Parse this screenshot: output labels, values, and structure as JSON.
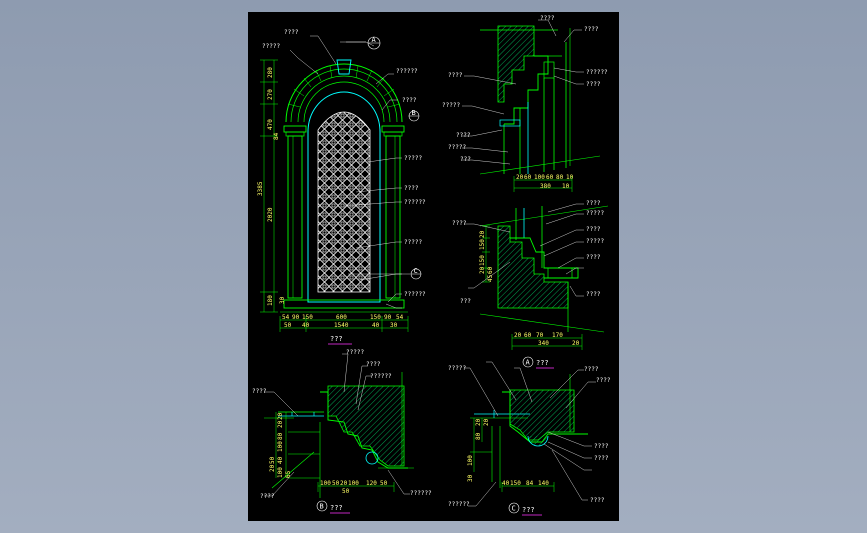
{
  "colors": {
    "background": "#8e9bb0",
    "sheet": "#000000",
    "line_main": "#00ff00",
    "line_alt": "#00ffff",
    "leader": "#ffffff",
    "dimension": "#ffff66",
    "magenta": "#ff33ff",
    "hatch": "#00cc66"
  },
  "elevation": {
    "callouts": [
      "?????",
      "????",
      "??????",
      "????",
      "?????",
      "????",
      "??????",
      "?????",
      "??????"
    ],
    "marker_a": "A",
    "marker_b": "B",
    "marker_c": "C",
    "vdims": [
      "280",
      "270",
      "470",
      "84",
      "2020",
      "3385",
      "180",
      "30"
    ],
    "hdims_top": [
      "54",
      "90",
      "150",
      "600",
      "150",
      "90",
      "54"
    ],
    "hdims_bottom": [
      "50",
      "40",
      "1540",
      "40",
      "30"
    ],
    "title": "???"
  },
  "section_a": {
    "top_callouts": [
      "????",
      "????",
      "????",
      "??????",
      "????",
      "?????",
      "????",
      "?????",
      "???",
      "????"
    ],
    "top_dims_1": [
      "20",
      "60",
      "100",
      "60",
      "80",
      "10"
    ],
    "top_dims_2": [
      "380",
      "10"
    ],
    "bot_callouts": [
      "????",
      "?????",
      "????",
      "?????",
      "????",
      "????",
      "???",
      "????"
    ],
    "bot_vdims": [
      "20",
      "150",
      "150",
      "20",
      "60",
      "45"
    ],
    "bot_dims_1": [
      "20",
      "60",
      "70",
      "170"
    ],
    "bot_dims_2": [
      "340",
      "20"
    ],
    "label": "A",
    "title": "???"
  },
  "section_b": {
    "callouts": [
      "????",
      "?????",
      "????",
      "??????",
      "????",
      "??????"
    ],
    "vdims": [
      "20",
      "20",
      "80",
      "100",
      "50",
      "20",
      "40",
      "100",
      "65"
    ],
    "hdims": [
      "100",
      "50",
      "20",
      "100",
      "120",
      "50"
    ],
    "hdim_bottom": "50",
    "label": "B",
    "title": "???"
  },
  "section_c": {
    "callouts": [
      "?????",
      "????",
      "????",
      "????",
      "????",
      "????",
      "??????"
    ],
    "vdims": [
      "20",
      "80",
      "20",
      "100",
      "30"
    ],
    "hdims": [
      "40",
      "150",
      "84",
      "140"
    ],
    "label": "C",
    "title": "???"
  }
}
